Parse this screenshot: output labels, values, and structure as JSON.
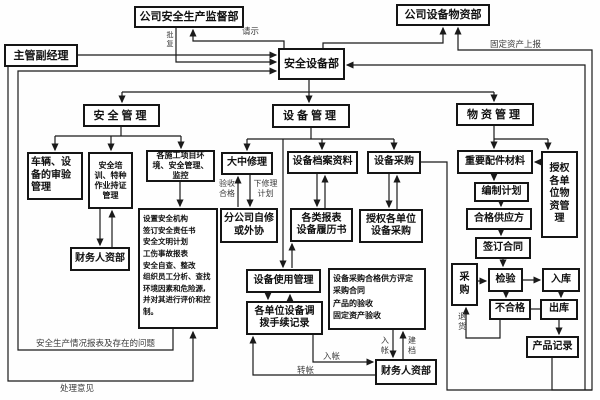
{
  "nodes": {
    "supervision_dept": "公司安全生产监督部",
    "equipment_materials_dept": "公司设备物资部",
    "deputy_manager": "主管副经理",
    "safety_equipment_dept": "安全设备部",
    "safety_mgmt": "安全管理",
    "equipment_mgmt": "设备管理",
    "materials_mgmt": "物资管理",
    "vehicle_inspection": "车辆、设备的审验管理",
    "safety_training": "安全培训、特种作业持证管理",
    "project_supervision": "各施工项目环境、安全管理、监控",
    "major_repair": "大中修理",
    "equipment_archives": "设备档案资料",
    "equipment_purchase": "设备采购",
    "key_parts": "重要配件材料",
    "auth_materials": "授权各单位物资管理",
    "finance_left": "财务人资部",
    "safety_tasks": [
      "设置安全机构",
      "签订安全责任书",
      "安全文明计划",
      "工伤事故报表",
      "安全自查、整改",
      "组织员工分析、查找环境因素和危险源, 并对其进行评价和控制。"
    ],
    "branch_repair": "分公司自修或外协",
    "reports_history": [
      "各类报表",
      "设备履历书"
    ],
    "auth_equipment_purchase": "授权各单位设备采购",
    "compile_plan": "编制计划",
    "qualified_supplier": "合格供应方",
    "sign_contract": "签订合同",
    "purchase": "采购",
    "inspection": "检验",
    "warehouse_in": "入库",
    "unqualified": "不合格",
    "warehouse_out": "出库",
    "product_record": "产品记录",
    "usage_mgmt": "设备使用管理",
    "transfer_records": "各单位设备调拨手续记录",
    "supplier_eval": [
      "设备采购合格供方评定",
      "采购合同",
      "产品的验收",
      "固定资产验收"
    ],
    "finance_right": "财务人资部"
  },
  "labels": {
    "request": "请示",
    "reply": [
      "批",
      "复"
    ],
    "fixed_assets_report": "固定资产上报",
    "acceptance_ok": [
      "验收",
      "合格"
    ],
    "repair_plan": [
      "下修理",
      "计划"
    ],
    "returns": [
      "退",
      "货"
    ],
    "booking_v": [
      "入",
      "帐"
    ],
    "filing_v": [
      "建",
      "档"
    ],
    "booking_h": "入帐",
    "transfer_h": "转帐",
    "safety_report": "安全生产情况报表及存在的问题",
    "handling_opinion": "处理意见"
  },
  "colors": {
    "line": "#1a1a1a",
    "box_border": "#151515",
    "background": "#fefefe"
  }
}
